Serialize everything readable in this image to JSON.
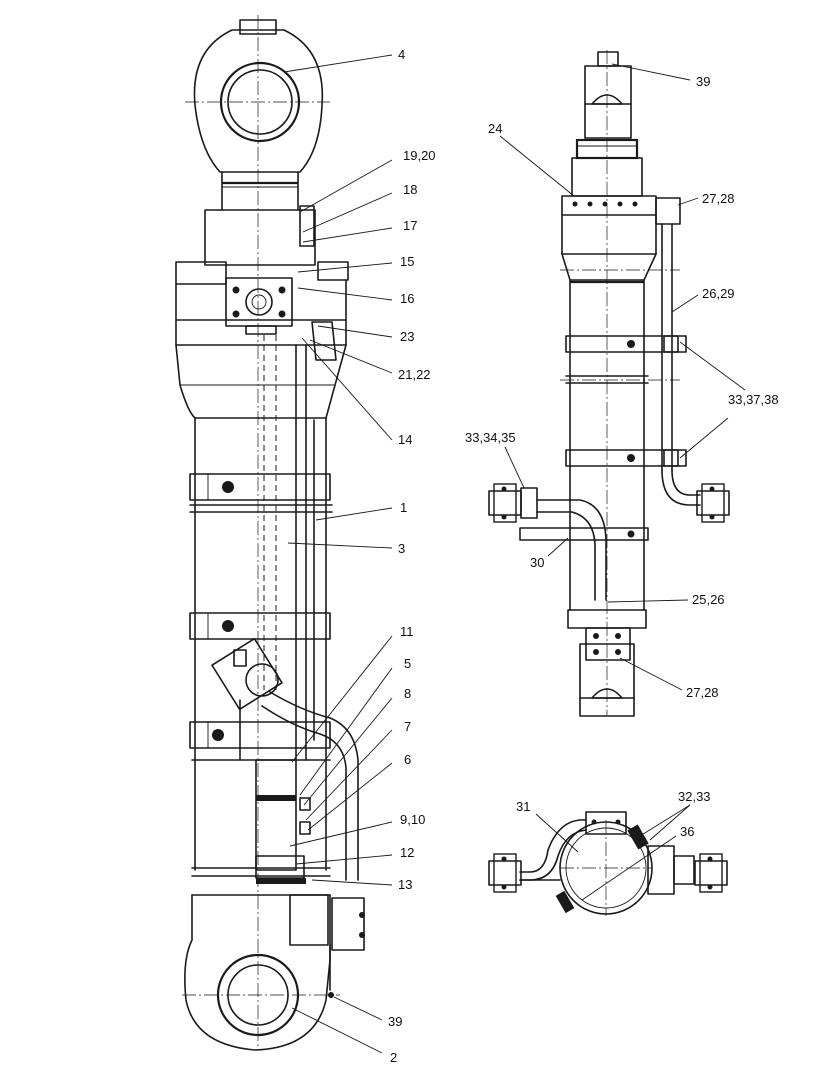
{
  "callouts": {
    "c4": "4",
    "c19_20": "19,20",
    "c18": "18",
    "c17": "17",
    "c15": "15",
    "c16": "16",
    "c23": "23",
    "c21_22": "21,22",
    "c14": "14",
    "c1": "1",
    "c3": "3",
    "c11": "11",
    "c5": "5",
    "c8": "8",
    "c7": "7",
    "c6": "6",
    "c9_10": "9,10",
    "c12": "12",
    "c13": "13",
    "c39_left": "39",
    "c2": "2",
    "c39_right": "39",
    "c24": "24",
    "c27_28_top": "27,28",
    "c26_29": "26,29",
    "c33_37_38": "33,37,38",
    "c33_34_35": "33,34,35",
    "c30": "30",
    "c25_26": "25,26",
    "c27_28_bottom": "27,28",
    "c31": "31",
    "c32_33": "32,33",
    "c36": "36"
  }
}
